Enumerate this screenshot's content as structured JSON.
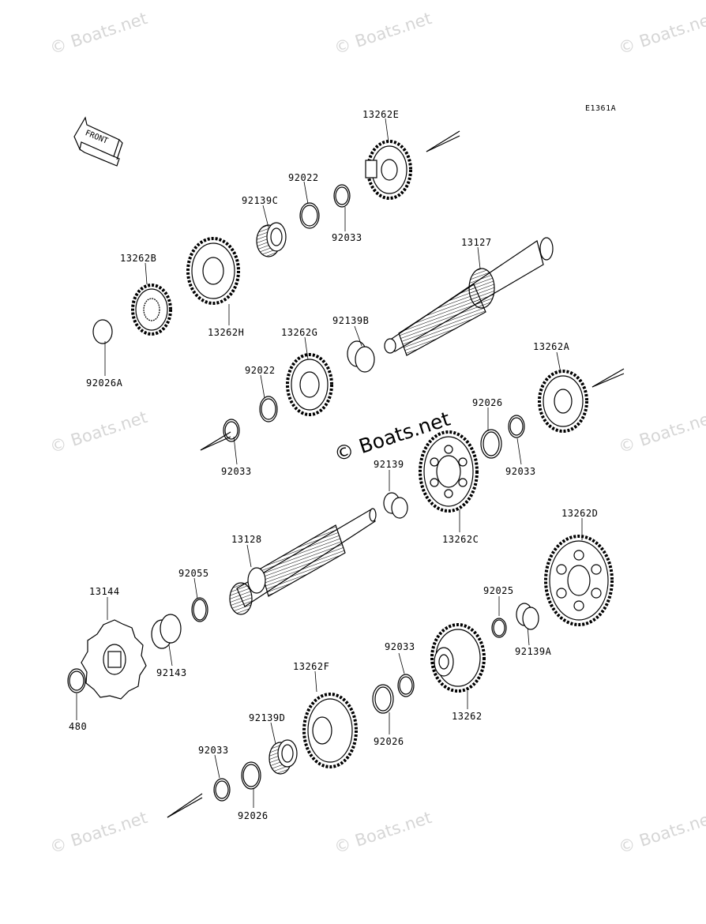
{
  "diagram_code": "E1361A",
  "front_label": "FRONT",
  "watermark_text": "© Boats.net",
  "brand_text": "© Boats.net",
  "parts": {
    "p13262E": "13262E",
    "p92022_top": "92022",
    "p92139C": "92139C",
    "p92033_top": "92033",
    "p13127": "13127",
    "p13262B": "13262B",
    "p13262H": "13262H",
    "p92026A": "92026A",
    "p13262G": "13262G",
    "p92139B": "92139B",
    "p92022_mid": "92022",
    "p13262A": "13262A",
    "p92026_mid": "92026",
    "p92033_mid_right": "92033",
    "p92033_mid_left": "92033",
    "p92139": "92139",
    "p13262C": "13262C",
    "p13128": "13128",
    "p92055": "92055",
    "p13262D": "13262D",
    "p13144": "13144",
    "p92025": "92025",
    "p92143": "92143",
    "p92139A": "92139A",
    "p92033_low": "92033",
    "p13262F": "13262F",
    "p480": "480",
    "p13262": "13262",
    "p92139D": "92139D",
    "p92026_low": "92026",
    "p92033_bottom": "92033",
    "p92026_bottom": "92026"
  }
}
